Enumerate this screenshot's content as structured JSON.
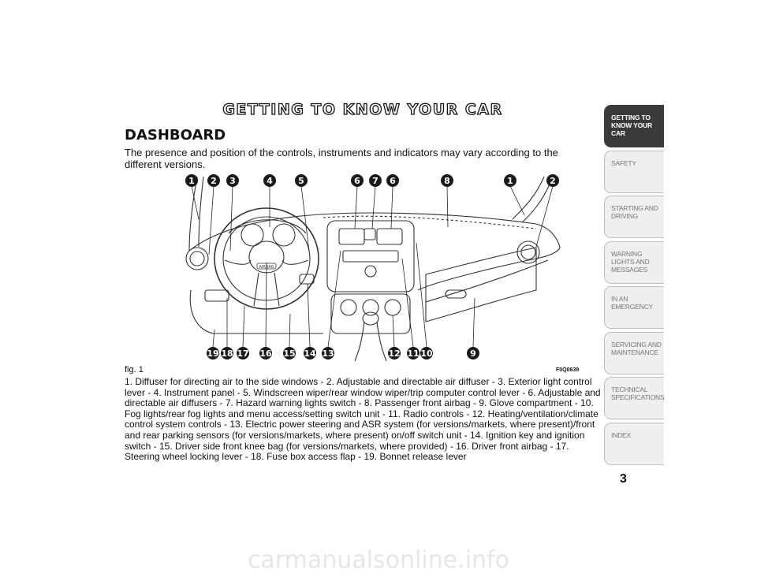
{
  "header": {
    "title": "GETTING TO KNOW YOUR CAR"
  },
  "section": {
    "heading": "DASHBOARD",
    "intro": "The presence and position of the controls, instruments and indicators may vary according to the different versions."
  },
  "figure": {
    "label": "fig. 1",
    "code": "F0Q0639",
    "callouts_top": [
      "1",
      "2",
      "3",
      "4",
      "5",
      "6",
      "7",
      "6",
      "8",
      "1",
      "2"
    ],
    "callouts_bottom": [
      "19",
      "18",
      "17",
      "16",
      "15",
      "14",
      "13",
      "12",
      "11",
      "10",
      "9"
    ],
    "badge_text": "AIRBAG"
  },
  "caption": "1. Diffuser for directing air to the side windows - 2. Adjustable and directable air diffuser - 3. Exterior light control lever - 4. Instrument panel - 5. Windscreen wiper/rear window wiper/trip computer control lever - 6. Adjustable and directable air diffusers - 7. Hazard warning lights switch - 8. Passenger front airbag - 9. Glove compartment - 10. Fog lights/rear fog lights and menu access/setting switch unit - 11. Radio controls - 12. Heating/ventilation/climate control system controls - 13. Electric power steering and ASR system (for versions/markets, where present)/front and rear parking sensors (for versions/markets, where present) on/off switch unit - 14. Ignition key and ignition switch - 15. Driver side front knee bag (for versions/markets, where provided) - 16. Driver front airbag - 17. Steering wheel locking lever - 18. Fuse box access flap - 19. Bonnet release lever",
  "sidebar": {
    "tabs": [
      {
        "label": "GETTING TO KNOW YOUR CAR"
      },
      {
        "label": "SAFETY"
      },
      {
        "label": "STARTING AND DRIVING"
      },
      {
        "label": "WARNING LIGHTS AND MESSAGES"
      },
      {
        "label": "IN AN EMERGENCY"
      },
      {
        "label": "SERVICING AND MAINTENANCE"
      },
      {
        "label": "TECHNICAL SPECIFICATIONS"
      },
      {
        "label": "INDEX"
      }
    ]
  },
  "page_number": "3",
  "watermark": "carmanualsonline.info",
  "colors": {
    "tab_active": "#3a3a3a",
    "tab_inactive": "#efefef",
    "callout": "#1a1a1a"
  }
}
